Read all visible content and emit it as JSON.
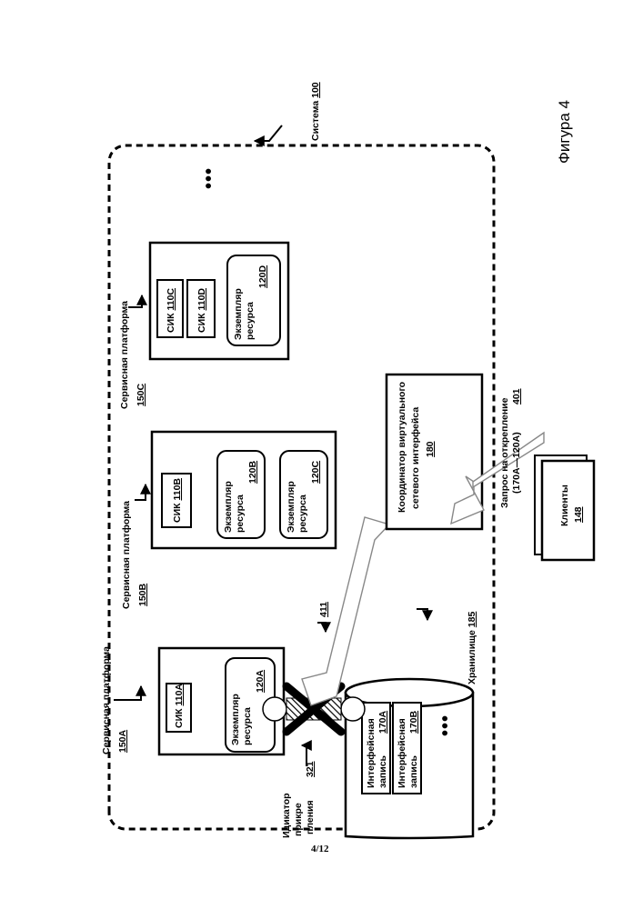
{
  "figure_label": "Фигура 4",
  "page_number": "4/12",
  "system": {
    "label": "Система",
    "ref": "100"
  },
  "platforms": [
    {
      "label": "Сервисная платформа",
      "ref": "150A",
      "nics": [
        {
          "label": "СИК",
          "ref": "110A"
        }
      ],
      "resources": [
        {
          "label1": "Экземпляр",
          "label2": "ресурса",
          "ref": "120A"
        }
      ]
    },
    {
      "label": "Сервисная платформа",
      "ref": "150B",
      "nics": [
        {
          "label": "СИК",
          "ref": "110B"
        }
      ],
      "resources": [
        {
          "label1": "Экземпляр",
          "label2": "ресурса",
          "ref": "120B"
        },
        {
          "label1": "Экземпляр",
          "label2": "ресурса",
          "ref": "120C"
        }
      ]
    },
    {
      "label": "Сервисная платформа",
      "ref": "150C",
      "nics": [
        {
          "label": "СИК",
          "ref": "110C"
        },
        {
          "label": "СИК",
          "ref": "110D"
        }
      ],
      "resources": [
        {
          "label1": "Экземпляр",
          "label2": "ресурса",
          "ref": "120D"
        }
      ]
    }
  ],
  "coordinator": {
    "line1": "Координатор виртуального",
    "line2": "сетевого интерфейса",
    "ref": "180"
  },
  "storage": {
    "label": "Хранилище",
    "ref": "185",
    "records": [
      {
        "line1": "Интерфейсная",
        "line2": "запись",
        "ref": "170A"
      },
      {
        "line1": "Интерфейсная",
        "line2": "запись",
        "ref": "170B"
      }
    ]
  },
  "clients": {
    "label": "Клиенты",
    "ref": "148"
  },
  "request": {
    "line1": "Запрос на открепление",
    "line2": "(170A—120A)",
    "ref": "401"
  },
  "attach_indicator": {
    "line1": "Идикатор",
    "line2": "прикре",
    "line3": "пления",
    "ref": "321"
  },
  "arrow_ref": "411"
}
